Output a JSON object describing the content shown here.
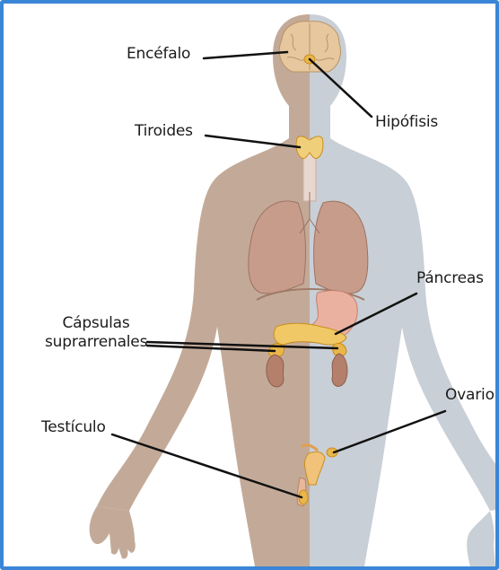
{
  "colors": {
    "border": "#3a86d6",
    "body_left": "#c3aa98",
    "body_right": "#c9cfd6",
    "gland": "#e9b64a",
    "gland_outline": "#c98e1e",
    "leader_line": "#111111"
  },
  "labels": {
    "encefalo": "Encéfalo",
    "hipofisis": "Hipófisis",
    "tiroides": "Tiroides",
    "pancreas": "Páncreas",
    "capsulas_line1": "Cápsulas",
    "capsulas_line2": "suprarrenales",
    "testiculo": "Testículo",
    "ovario": "Ovario"
  }
}
